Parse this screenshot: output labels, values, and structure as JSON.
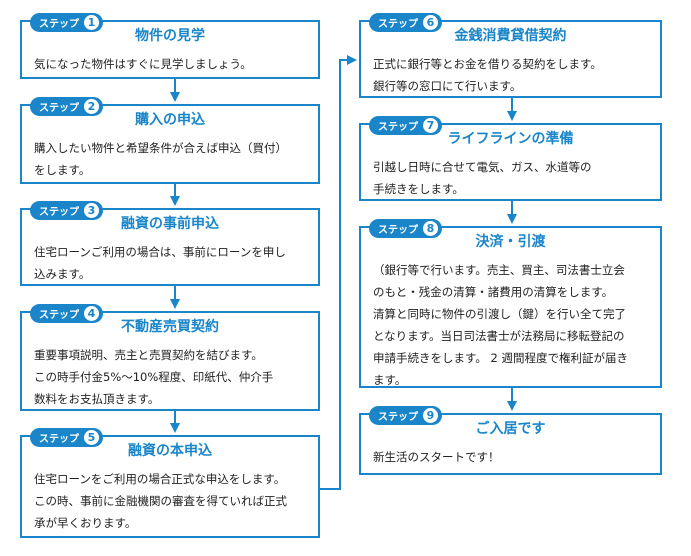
{
  "step_label": "ステップ",
  "colors": {
    "accent": "#1a86c9"
  },
  "steps": [
    {
      "num": "1",
      "title": "物件の見学",
      "body": "気になった物件はすぐに見学しましょう。"
    },
    {
      "num": "2",
      "title": "購入の申込",
      "body": "購入したい物件と希望条件が合えば申込（買付）\nをします。"
    },
    {
      "num": "3",
      "title": "融資の事前申込",
      "body": "住宅ローンご利用の場合は、事前にローンを申し\n込みます。"
    },
    {
      "num": "4",
      "title": "不動産売買契約",
      "body": "重要事項説明、売主と売買契約を結びます。\nこの時手付金5%～10%程度、印紙代、仲介手\n数料をお支払頂きます。"
    },
    {
      "num": "5",
      "title": "融資の本申込",
      "body": "住宅ローンをご利用の場合正式な申込をします。\nこの時、事前に金融機関の審査を得ていれば正式\n承が早くおります。"
    },
    {
      "num": "6",
      "title": "金銭消費貸借契約",
      "body": "正式に銀行等とお金を借りる契約をします。\n銀行等の窓口にて行います。"
    },
    {
      "num": "7",
      "title": "ライフラインの準備",
      "body": "引越し日時に合せて電気、ガス、水道等の\n手続きをします。"
    },
    {
      "num": "8",
      "title": "決済・引渡",
      "body": "（銀行等で行います。売主、買主、司法書士立会\nのもと・残金の清算・諸費用の清算をします。\n清算と同時に物件の引渡し（鍵）を行い全て完了\nとなります。当日司法書士が法務局に移転登記の\n申請手続きをします。 2 週間程度で権利証が届き\nます。"
    },
    {
      "num": "9",
      "title": "ご入居です",
      "body": "新生活のスタートです！"
    }
  ]
}
